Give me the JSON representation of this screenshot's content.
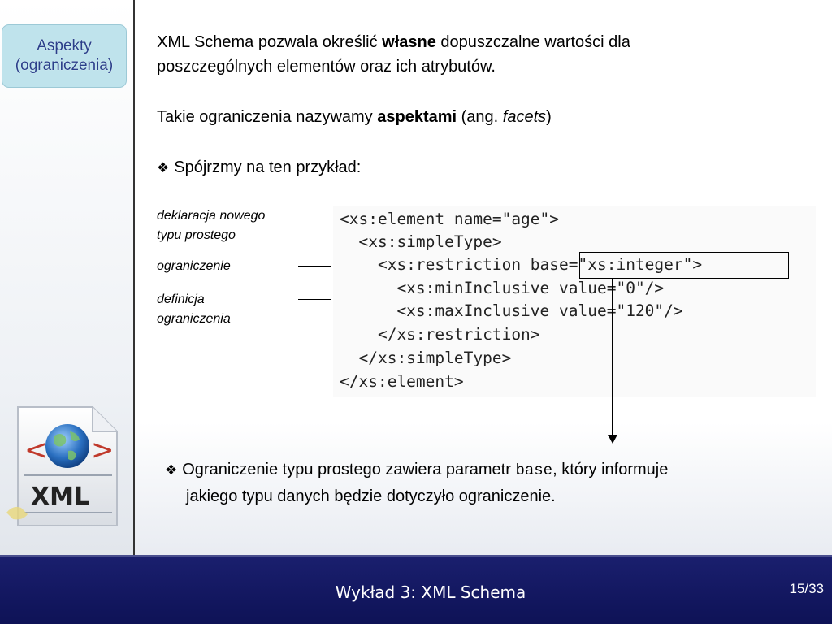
{
  "sidebar": {
    "section_line1": "Aspekty",
    "section_line2": "(ograniczenia)",
    "logo_text": "XML"
  },
  "content": {
    "p1_a": "XML Schema pozwala określić ",
    "p1_bold": "własne",
    "p1_b": " dopuszczalne wartości dla",
    "p1_c": "poszczególnych elementów oraz ich atrybutów.",
    "p2_a": "Takie ograniczenia nazywamy ",
    "p2_bold": "aspektami",
    "p2_b": " (ang. ",
    "p2_italic": "facets",
    "p2_c": ")",
    "p3": "Spójrzmy na ten przykład:",
    "bullet_glyph": "❖"
  },
  "labels": {
    "l1_a": "deklaracja nowego",
    "l1_b": "typu prostego",
    "l2": "ograniczenie",
    "l3_a": "definicja",
    "l3_b": "ograniczenia"
  },
  "code": {
    "lines": [
      "<xs:element name=\"age\">",
      "  <xs:simpleType>",
      "    <xs:restriction base=\"xs:integer\">",
      "      <xs:minInclusive value=\"0\"/>",
      "      <xs:maxInclusive value=\"120\"/>",
      "    </xs:restriction>",
      "  </xs:simpleType>",
      "</xs:element>"
    ]
  },
  "note": {
    "a": "Ograniczenie typu prostego zawiera parametr ",
    "mono": "base",
    "b": ", który informuje",
    "c": "jakiego typu danych będzie dotyczyło ograniczenie."
  },
  "footer": {
    "title": "Wykład 3: XML Schema",
    "page": "15/33"
  },
  "colors": {
    "footer_bg": "#141966",
    "section_box": "#bfe3ec",
    "section_text": "#2a3f8a"
  }
}
